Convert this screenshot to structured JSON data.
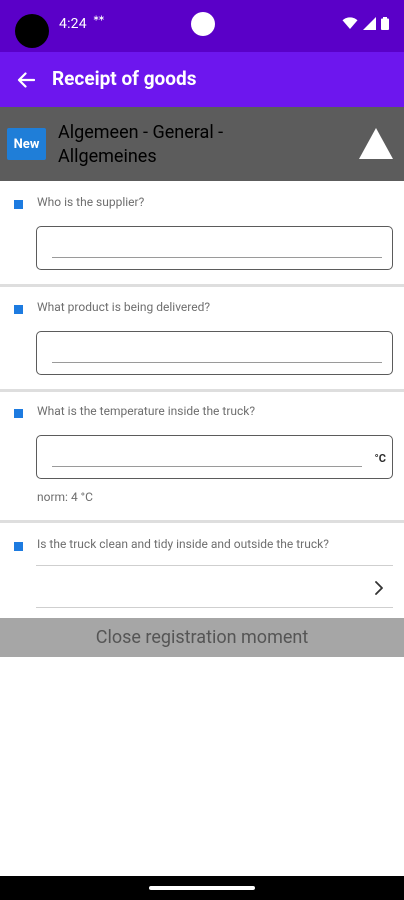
{
  "status_bar": {
    "time": "4:24",
    "usb_icon_glyph": "ᕯ"
  },
  "app_bar": {
    "title": "Receipt of goods"
  },
  "section": {
    "badge": "New",
    "title": "Algemeen - General - Allgemeines"
  },
  "questions": [
    {
      "label": "Who is the supplier?",
      "value": ""
    },
    {
      "label": "What product is being delivered?",
      "value": ""
    },
    {
      "label": "What is the temperature inside the truck?",
      "value": "",
      "unit": "°C",
      "norm": "norm: 4 °C"
    },
    {
      "label": "Is the truck clean and tidy inside and outside the truck?"
    }
  ],
  "actions": {
    "close_label": "Close registration moment"
  },
  "colors": {
    "status_bar": "#5a00c8",
    "app_bar": "#6d16ee",
    "section_header": "#5c5c5c",
    "badge": "#1f7ed8",
    "bullet": "#1d7be0",
    "close_button": "#a6a6a6"
  }
}
